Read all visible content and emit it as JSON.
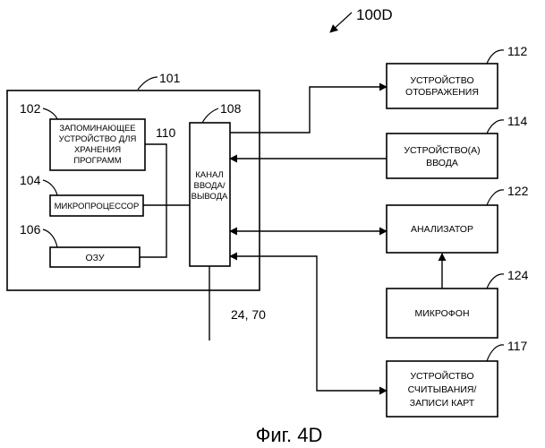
{
  "figure": {
    "caption": "Фиг. 4D",
    "system_ref": "100D"
  },
  "computer": {
    "ref": "101",
    "storage": {
      "ref": "102",
      "lines": [
        "ЗАПОМИНАЮЩЕЕ",
        "УСТРОЙСТВО ДЛЯ",
        "ХРАНЕНИЯ",
        "ПРОГРАММ"
      ]
    },
    "microprocessor": {
      "ref": "104",
      "label": "МИКРОПРОЦЕССОР"
    },
    "ram": {
      "ref": "106",
      "label": "ОЗУ"
    },
    "io_channel": {
      "ref": "108",
      "lines": [
        "КАНАЛ",
        "ВВОДА/",
        "ВЫВОДА"
      ]
    },
    "bus_ref": "110",
    "external_ref": "24, 70"
  },
  "peripherals": {
    "display": {
      "ref": "112",
      "lines": [
        "УСТРОЙСТВО",
        "ОТОБРАЖЕНИЯ"
      ]
    },
    "input": {
      "ref": "114",
      "lines": [
        "УСТРОЙСТВО(А)",
        "ВВОДА"
      ]
    },
    "analyzer": {
      "ref": "122",
      "label": "АНАЛИЗАТОР"
    },
    "microphone": {
      "ref": "124",
      "label": "МИКРОФОН"
    },
    "card_reader": {
      "ref": "117",
      "lines": [
        "УСТРОЙСТВО",
        "СЧИТЫВАНИЯ/",
        "ЗАПИСИ КАРТ"
      ]
    }
  }
}
